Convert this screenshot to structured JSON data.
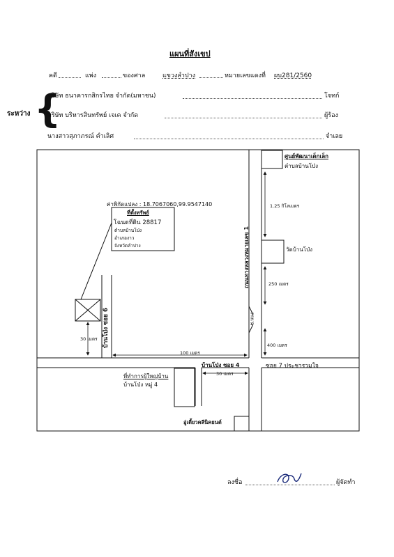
{
  "header": {
    "title": "แผนที่สังเขป",
    "case_label": "คดี",
    "civil_label": "แพ่ง",
    "court_label": "ของศาล",
    "court_name": "แขวงลำปาง",
    "number_label": "หมายเลขแดงที่",
    "number_value": "ผบ281/2560"
  },
  "parties": {
    "between_label": "ระหว่าง",
    "brace": "{",
    "plaintiff_name": "บริษัท ธนาคารกสิกรไทย จำกัด(มหาชน)",
    "plaintiff_role": "โจทก์",
    "petitioner_name": "บริษัท บริหารสินทรัพย์ เจเค จำกัด",
    "petitioner_role": "ผู้ร้อง",
    "defendant_name": "นางสาวสุภาภรณ์ คำเลิศ",
    "defendant_role": "จำเลย"
  },
  "map": {
    "coordinates": "ค่าพิกัดแปลง : 18.7067060,99.9547140",
    "property": {
      "title": "ที่ตั้งทรัพย์",
      "deed": "โฉนดที่ดิน 28817",
      "subdistrict": "ตำบลบ้านโป่ง",
      "district": "อำเภองาว",
      "province": "จังหวัดลำปาง"
    },
    "child_center": {
      "line1": "ศูนย์พัฒนาเด็กเล็ก",
      "line2": "ตำบลบ้านโป่ง"
    },
    "temple": "วัดบ้านโป่ง",
    "headman_office": {
      "line1": "ที่ทำการผู้ใหญ่บ้าน",
      "line2": "บ้านโป่ง หมู่ 4"
    },
    "garage": "อู่เตี้ยวคลีนิคยนต์",
    "highway": "ถนนทางหลวงหมายเลข 1",
    "highway_short": "ซ.นนง",
    "soi6": "บ้านโป่ง ซอย 6",
    "soi4": "บ้านโป่ง ซอย 4",
    "soi7": "ซอย 7 ประชารวมใจ",
    "dist_125km": "1.25 กิโลเมตร",
    "dist_250m": "250 เมตร",
    "dist_400m": "400 เมตร",
    "dist_100m": "100 เมตร",
    "dist_30m_left": "30 เมตร",
    "dist_30m_bottom": "30 เมตร"
  },
  "footer": {
    "sign_label": "ลงชื่อ",
    "role": "ผู้จัดทำ"
  }
}
